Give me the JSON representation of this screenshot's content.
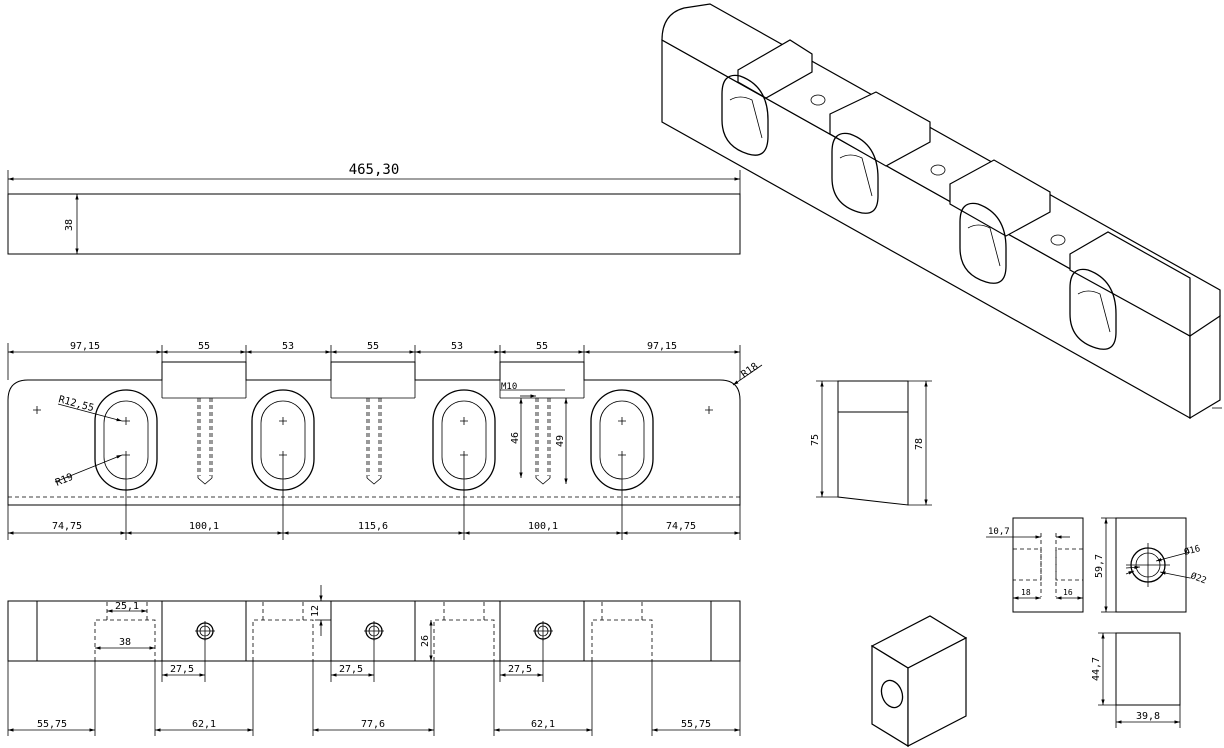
{
  "drawing": {
    "overall_length": "465,30",
    "top_view": {
      "thickness": "38"
    },
    "front_view": {
      "top_dims": [
        "97,15",
        "55",
        "53",
        "55",
        "53",
        "55",
        "97,15"
      ],
      "bottom_dims": [
        "74,75",
        "100,1",
        "115,6",
        "100,1",
        "74,75"
      ],
      "radius_outer": "R12,55",
      "radius_inner": "R19",
      "corner_radius": "R18",
      "thread": "M10",
      "depth_a": "46",
      "depth_b": "49"
    },
    "bottom_view": {
      "slot_width": "25,1",
      "pocket_width": "38",
      "notch_depth": "12",
      "pocket_height": "26",
      "hole_offsets": [
        "27,5",
        "27,5",
        "27,5"
      ],
      "bottom_dims": [
        "55,75",
        "62,1",
        "77,6",
        "62,1",
        "55,75"
      ]
    },
    "side_view": {
      "height_left": "75",
      "height_right": "78"
    },
    "block_views": {
      "width_a": "10,7",
      "bore_a": "18",
      "bore_b": "16",
      "height_front": "59,7",
      "bore_diameter": "Ø16",
      "counterbore_diameter": "Ø22",
      "height_bottom": "44,7",
      "width_bottom": "39,8"
    }
  }
}
